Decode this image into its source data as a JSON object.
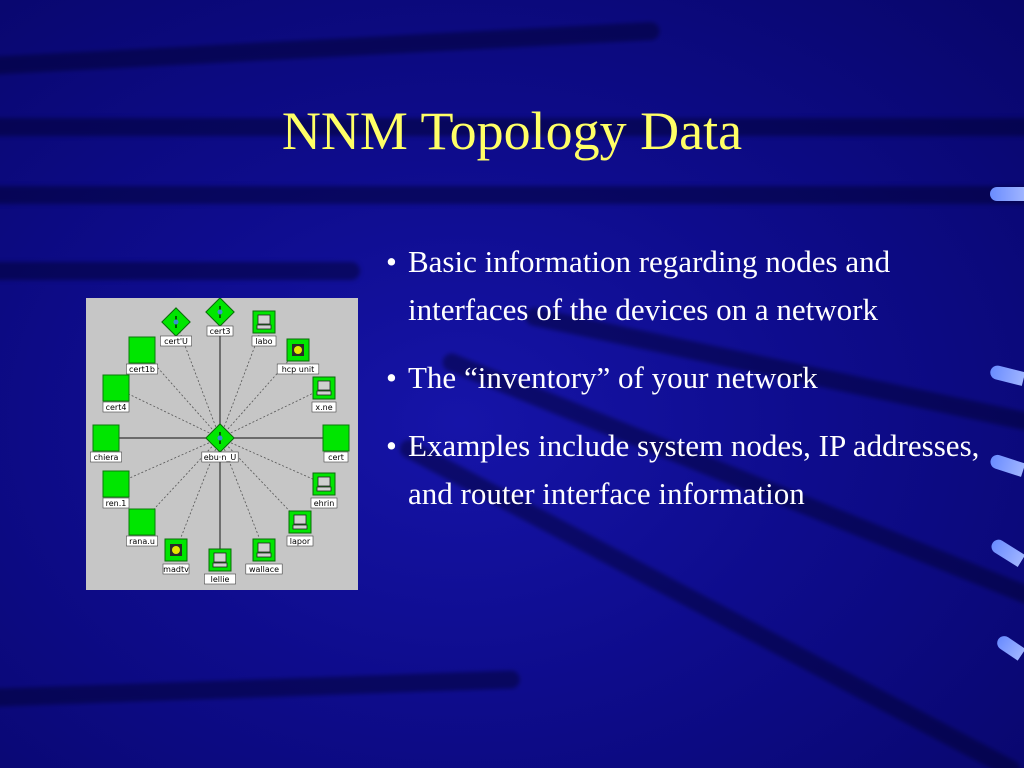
{
  "slide": {
    "title": "NNM Topology Data",
    "bullets": [
      "Basic information regarding nodes and interfaces of the devices on a network",
      "The “inventory” of your network",
      "Examples include system nodes, IP addresses, and router interface information"
    ],
    "colors": {
      "background": "#0e0c8c",
      "title": "#ffff66",
      "text": "#ffffff",
      "node": "#00e600",
      "panel": "#c6c6c6"
    }
  },
  "topology_image": {
    "center": {
      "label": "ebu·n_U",
      "icon": "router-icon"
    },
    "nodes": [
      {
        "label": "cert'U",
        "icon": "router-icon"
      },
      {
        "label": "cert3",
        "icon": "router-icon"
      },
      {
        "label": "labo",
        "icon": "computer-icon"
      },
      {
        "label": "hcp unit",
        "icon": "device-icon"
      },
      {
        "label": "x.ne",
        "icon": "computer-icon"
      },
      {
        "label": "cert",
        "icon": "square-node"
      },
      {
        "label": "ehrin",
        "icon": "computer-icon"
      },
      {
        "label": "lapor",
        "icon": "computer-icon"
      },
      {
        "label": "wallace",
        "icon": "computer-icon"
      },
      {
        "label": "lellie",
        "icon": "computer-icon"
      },
      {
        "label": "madtv",
        "icon": "device-icon"
      },
      {
        "label": "rana.u",
        "icon": "square-node"
      },
      {
        "label": "ren.1",
        "icon": "square-node"
      },
      {
        "label": "chiera",
        "icon": "square-node"
      },
      {
        "label": "cert4",
        "icon": "square-node"
      },
      {
        "label": "cert1b",
        "icon": "square-node"
      }
    ]
  }
}
